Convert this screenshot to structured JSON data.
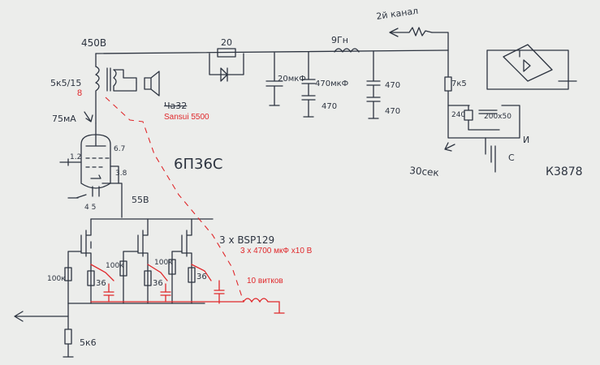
{
  "schematic": {
    "supply_voltage": "450В",
    "transformer_spec": "5к5/15",
    "tap_ohms": "8",
    "current": "75мА",
    "output_transformer": "Ча32",
    "output_transformer_note": "Sansui 5500",
    "tube": "6П36С",
    "pin_g1": "1.2",
    "pin_plate": "6.7",
    "pin_cathode": "3.8",
    "pin_heater": "4 5",
    "cathode_voltage": "55В",
    "mosfets": "3 x BSP129",
    "caps_note": "3 х 4700 мкФ х10 В",
    "coil_note": "10 витков",
    "gate_resistor": "100к",
    "source_resistor": "36",
    "input_resistor": "5к6",
    "series_resistor": "20",
    "cap1": "20мкФ",
    "cap2": "470мкФ",
    "cap3": "470",
    "cap4": "470",
    "cap5": "470",
    "choke": "9Гн",
    "second_channel": "2й канал",
    "bleeder": "7к5",
    "delay_r": "240",
    "delay_c": "200х50",
    "time_delay": "30сек",
    "rectifier": "К3878",
    "drain_label": "И",
    "source_label": "С"
  }
}
